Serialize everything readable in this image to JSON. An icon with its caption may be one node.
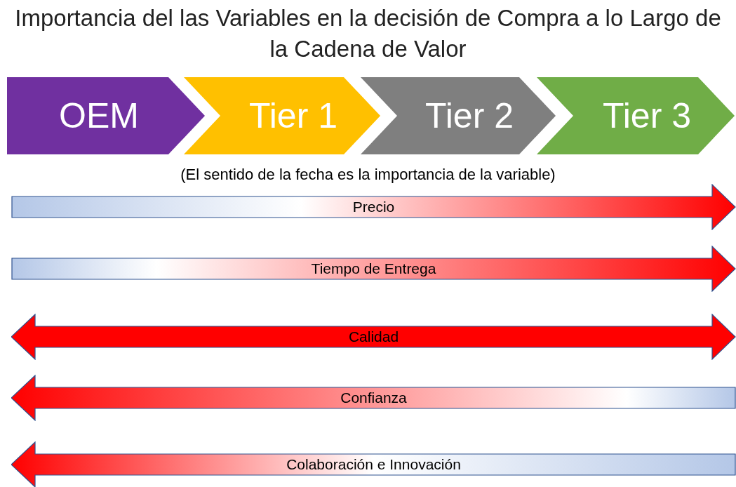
{
  "diagram": {
    "title": "Importancia del las Variables en la decisión de Compra a lo Largo de la Cadena de Valor",
    "nodes": [
      {
        "text": [
          "OEM"
        ]
      },
      {
        "text": [
          "Tier 1"
        ]
      },
      {
        "text": [
          "Tier 2"
        ]
      },
      {
        "text": [
          "Tier 3"
        ]
      },
      {
        "text": [
          "Precio"
        ]
      },
      {
        "text": [
          "Tiempo de Entrega"
        ]
      },
      {
        "text": [
          "Calidad"
        ]
      },
      {
        "text": [
          "Confianza"
        ]
      },
      {
        "text": [
          "Colaboración e Innovación"
        ]
      }
    ],
    "labels": [
      "(El sentido de la fecha es la importancia de la variable)"
    ]
  }
}
